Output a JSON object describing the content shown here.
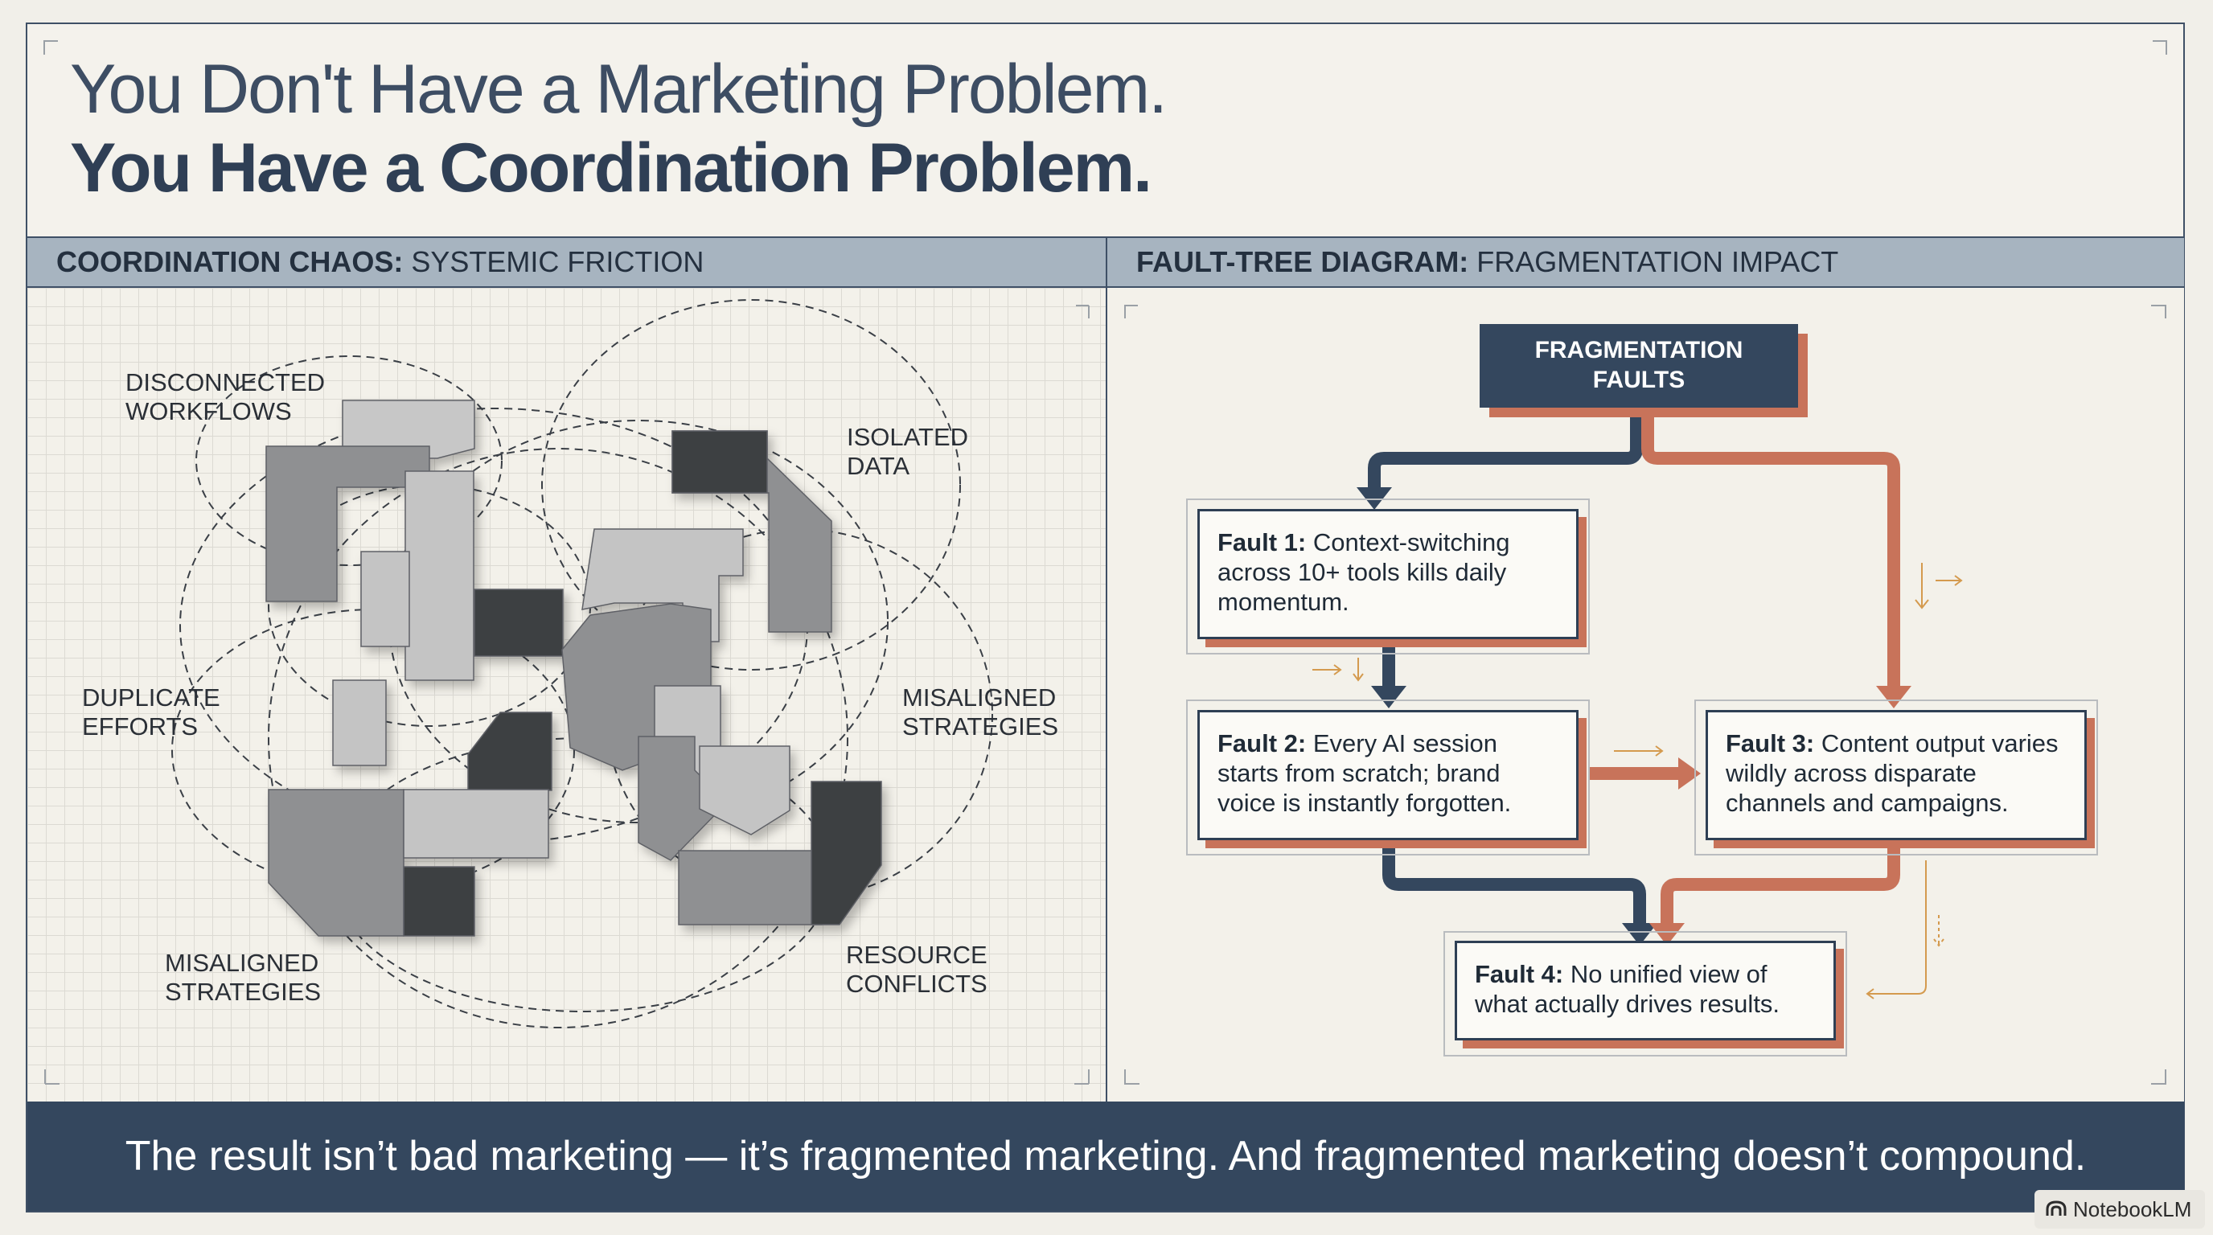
{
  "title": {
    "line1": "You Don't Have a Marketing Problem.",
    "line2": "You Have a Coordination Problem."
  },
  "left_section": {
    "header_bold": "COORDINATION CHAOS:",
    "header_rest": " SYSTEMIC FRICTION",
    "labels": {
      "disconnected": "DISCONNECTED\nWORKFLOWS",
      "isolated": "ISOLATED\nDATA",
      "duplicate": "DUPLICATE\nEFFORTS",
      "misaligned_right": "MISALIGNED\nSTRATEGIES",
      "misaligned_left": "MISALIGNED\nSTRATEGIES",
      "resource": "RESOURCE\nCONFLICTS"
    }
  },
  "right_section": {
    "header_bold": "FAULT-TREE DIAGRAM:",
    "header_rest": " FRAGMENTATION IMPACT",
    "top_fault": "FRAGMENTATION\nFAULTS",
    "faults": [
      {
        "label": "Fault 1:",
        "text": " Context-switching across 10+ tools kills daily momentum."
      },
      {
        "label": "Fault 2:",
        "text": " Every AI session starts from scratch; brand voice is instantly forgotten."
      },
      {
        "label": "Fault 3:",
        "text": " Content output varies wildly across disparate channels and campaigns."
      },
      {
        "label": "Fault 4:",
        "text": " No unified view of what actually drives results."
      }
    ]
  },
  "footer": {
    "text": "The result isn’t bad marketing — it’s fragmented marketing. And fragmented marketing doesn’t compound."
  },
  "badge": {
    "text": "NotebookLM"
  },
  "colors": {
    "navy": "#34475e",
    "rust": "#c8735a",
    "header_band": "#a7b4c0",
    "background": "#f1efe9"
  }
}
